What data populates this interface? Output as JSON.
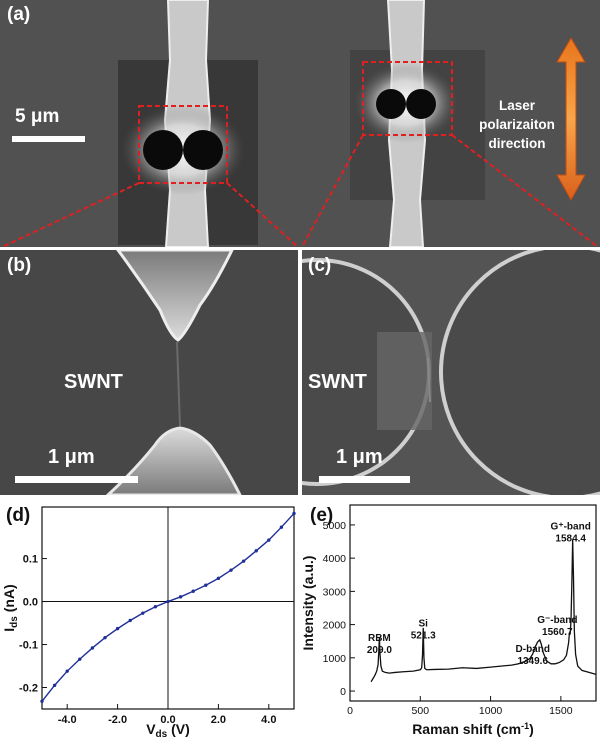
{
  "panels": {
    "a": {
      "label": "(a)",
      "scale_bar": "5 μm",
      "laser_text": [
        "Laser",
        "polarizaiton",
        "direction"
      ]
    },
    "b": {
      "label": "(b)",
      "tag": "SWNT",
      "scale_bar": "1 μm"
    },
    "c": {
      "label": "(c)",
      "tag": "SWNT",
      "scale_bar": "1 μm"
    },
    "d": {
      "label": "(d)"
    },
    "e": {
      "label": "(e)"
    }
  },
  "chart_data": [
    {
      "type": "line",
      "panel": "d",
      "xlabel_main": "V",
      "xlabel_sub": "ds",
      "xlabel_unit": " (V)",
      "ylabel_main": "I",
      "ylabel_sub": "ds",
      "ylabel_unit": " (nA)",
      "xlim": [
        -5,
        5
      ],
      "ylim": [
        -0.25,
        0.22
      ],
      "xticks": [
        -4,
        -2,
        0,
        2,
        4
      ],
      "xtick_labels": [
        "-4.0",
        "-2.0",
        "0.0",
        "2.0",
        "4.0"
      ],
      "yticks": [
        -0.2,
        -0.1,
        0.0,
        0.1
      ],
      "ytick_labels": [
        "-0.2",
        "-0.1",
        "0.0",
        "0.1"
      ],
      "reference_lines": {
        "x": 0,
        "y": 0
      },
      "series": [
        {
          "color": "#1f2f9a",
          "x": [
            -5.0,
            -4.5,
            -4.0,
            -3.5,
            -3.0,
            -2.5,
            -2.0,
            -1.5,
            -1.0,
            -0.5,
            0.0,
            0.5,
            1.0,
            1.5,
            2.0,
            2.5,
            3.0,
            3.5,
            4.0,
            4.5,
            5.0
          ],
          "y": [
            -0.232,
            -0.195,
            -0.162,
            -0.134,
            -0.108,
            -0.084,
            -0.063,
            -0.044,
            -0.027,
            -0.012,
            0.0,
            0.011,
            0.024,
            0.038,
            0.054,
            0.073,
            0.094,
            0.118,
            0.143,
            0.173,
            0.205
          ]
        }
      ]
    },
    {
      "type": "line",
      "panel": "e",
      "xlabel": "Raman shift (cm",
      "xlabel_sup": "-1",
      "xlabel_end": ")",
      "ylabel": "Intensity (a.u.)",
      "xlim": [
        0,
        1750
      ],
      "ylim": [
        -300,
        5600
      ],
      "xticks": [
        0,
        500,
        1000,
        1500
      ],
      "yticks": [
        0,
        1000,
        2000,
        3000,
        4000,
        5000
      ],
      "annotations": [
        {
          "lines": [
            "RBM",
            "209.0"
          ],
          "x": 209,
          "y": 1500
        },
        {
          "lines": [
            "Si",
            "521.3"
          ],
          "x": 521,
          "y": 1950
        },
        {
          "lines": [
            "D-band",
            "1349.6"
          ],
          "x": 1300,
          "y": 1180
        },
        {
          "lines": [
            "G⁻-band",
            "1560.7"
          ],
          "x": 1475,
          "y": 2050
        },
        {
          "lines": [
            "G⁺-band",
            "1584.4"
          ],
          "x": 1570,
          "y": 4870
        }
      ],
      "series": [
        {
          "color": "#111111",
          "x": [
            150,
            170,
            180,
            190,
            200,
            205,
            209,
            213,
            220,
            230,
            250,
            280,
            320,
            380,
            450,
            500,
            510,
            516,
            521,
            526,
            532,
            545,
            600,
            700,
            800,
            900,
            1000,
            1100,
            1150,
            1200,
            1250,
            1280,
            1300,
            1320,
            1335,
            1350,
            1360,
            1375,
            1400,
            1430,
            1460,
            1490,
            1520,
            1540,
            1555,
            1561,
            1566,
            1572,
            1578,
            1584,
            1590,
            1596,
            1605,
            1620,
            1650,
            1700,
            1750
          ],
          "y": [
            280,
            420,
            500,
            600,
            800,
            1200,
            1620,
            1150,
            750,
            600,
            560,
            540,
            560,
            580,
            600,
            640,
            700,
            1100,
            1900,
            1000,
            680,
            640,
            650,
            660,
            700,
            680,
            720,
            760,
            780,
            820,
            900,
            980,
            1120,
            1350,
            1480,
            1540,
            1420,
            1150,
            900,
            820,
            820,
            860,
            940,
            1080,
            1450,
            1750,
            1700,
            2100,
            3200,
            4550,
            3400,
            1800,
            1100,
            750,
            620,
            560,
            500
          ]
        }
      ]
    }
  ]
}
